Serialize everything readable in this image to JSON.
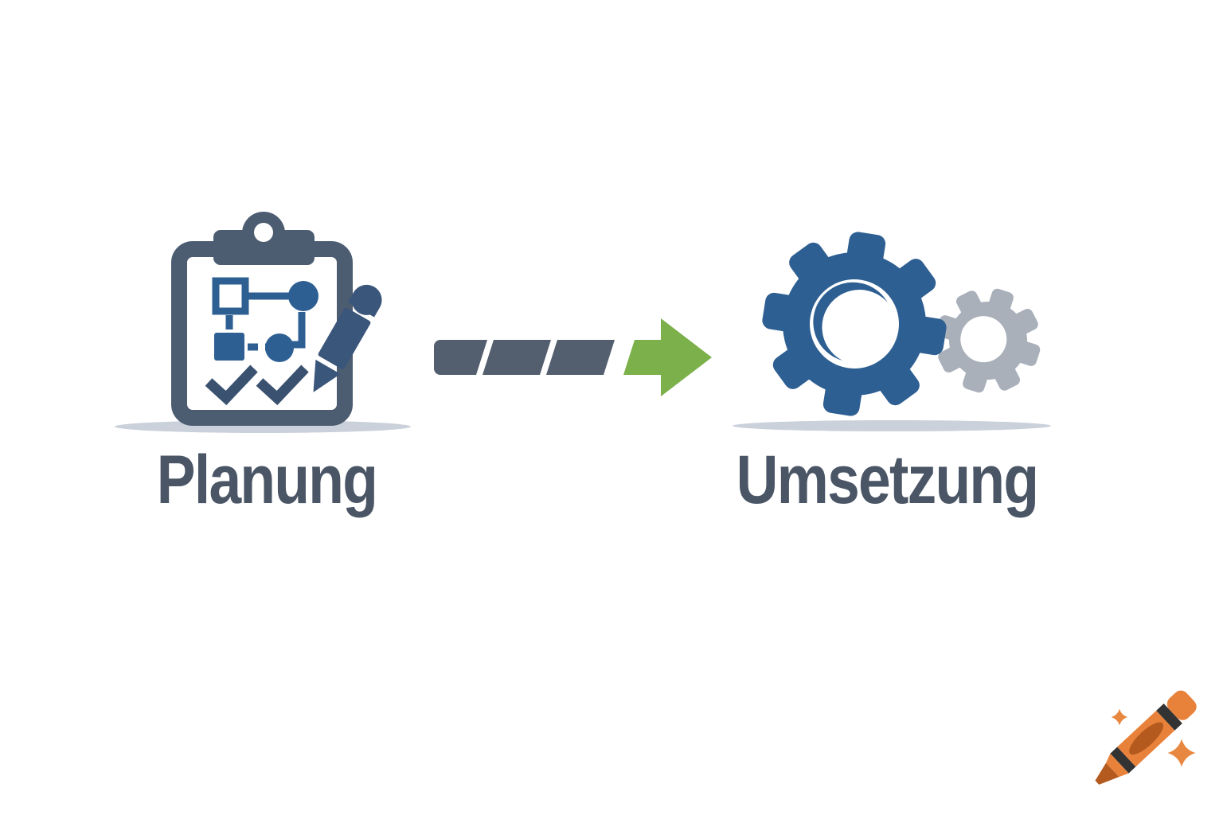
{
  "diagram": {
    "steps": [
      {
        "label": "Planung",
        "icon": "clipboard-checklist-icon"
      },
      {
        "label": "Umsetzung",
        "icon": "gears-icon"
      }
    ],
    "arrow": {
      "style": "segmented",
      "segments": 3,
      "head": "green-triangle",
      "direction": "right"
    }
  },
  "colors": {
    "background": "#ffffff",
    "flowchart_blue": "#2d5f92",
    "clipboard_slate": "#4c5c71",
    "check_navy": "#3a5270",
    "pencil_navy": "#3b567b",
    "arrow_gray": "#535e6e",
    "arrow_green": "#7bb04a",
    "gear_blue": "#2e5f92",
    "gear_gray": "#a9b0ba",
    "shadow_gray": "#cbd1da",
    "label_text": "#4a5565",
    "crayon_orange": "#e8823a",
    "crayon_dark_orange": "#b45a1e",
    "crayon_stripe": "#333333"
  },
  "watermark": {
    "icon": "crayon-logo"
  }
}
